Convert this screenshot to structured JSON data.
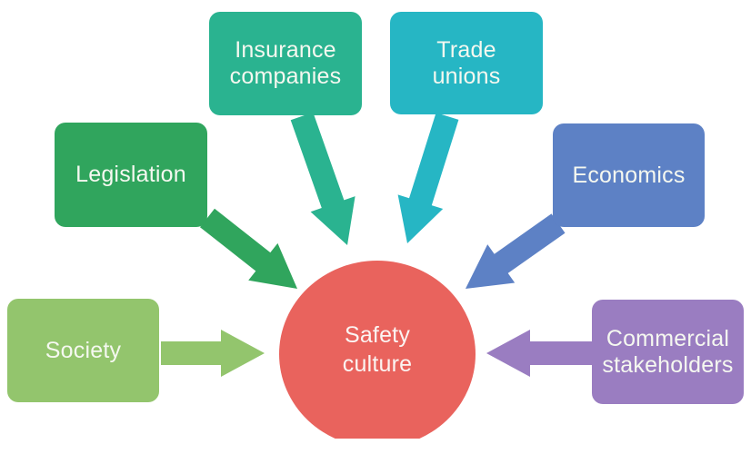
{
  "diagram": {
    "text_color": "#f5f8f0",
    "center": {
      "id": "safety-culture",
      "label": "Safety\nculture",
      "color": "#e9635d",
      "text_color": "#fbf4f2"
    },
    "nodes": [
      {
        "id": "legislation",
        "label": "Legislation",
        "color": "#30a55d"
      },
      {
        "id": "insurance-companies",
        "label": "Insurance\ncompanies",
        "color": "#2ab390"
      },
      {
        "id": "trade-unions",
        "label": "Trade\nunions",
        "color": "#26b6c4"
      },
      {
        "id": "economics",
        "label": "Economics",
        "color": "#5d81c5"
      },
      {
        "id": "society",
        "label": "Society",
        "color": "#93c56d"
      },
      {
        "id": "commercial-stakeholders",
        "label": "Commercial\nstakeholders",
        "color": "#9a7dc1"
      }
    ],
    "edges": [
      {
        "from": "legislation",
        "to": "safety-culture"
      },
      {
        "from": "insurance-companies",
        "to": "safety-culture"
      },
      {
        "from": "trade-unions",
        "to": "safety-culture"
      },
      {
        "from": "economics",
        "to": "safety-culture"
      },
      {
        "from": "society",
        "to": "safety-culture"
      },
      {
        "from": "commercial-stakeholders",
        "to": "safety-culture"
      }
    ]
  }
}
